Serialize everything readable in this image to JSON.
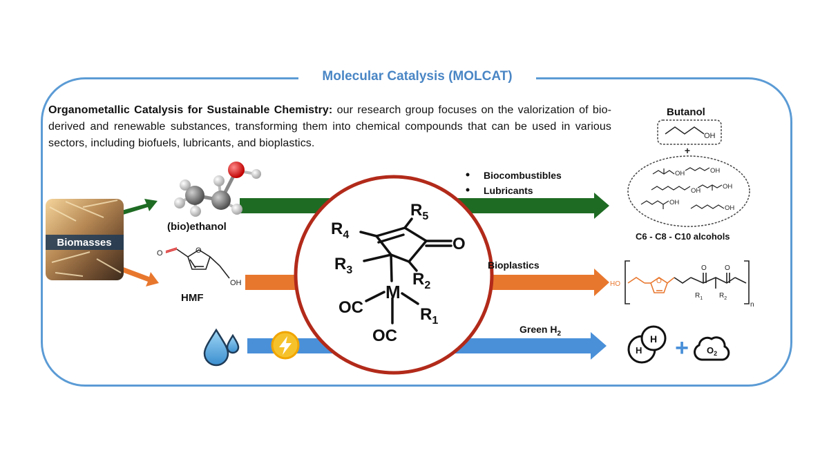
{
  "title": "Molecular Catalysis (MOLCAT)",
  "intro": {
    "heading": "Organometallic Catalysis for Sustainable Chemistry:",
    "body": " our research group focuses on the valorization of bio-derived and renewable substances, transforming them into chemical compounds that can be used in various sectors, including biofuels, lubricants, and bioplastics."
  },
  "inputs": {
    "biomass": "Biomasses",
    "ethanol": "(bio)ethanol",
    "hmf": "HMF"
  },
  "products": {
    "route1": [
      "Biocombustibles",
      "Lubricants"
    ],
    "route2": "Bioplastics",
    "route3_main": "Green H",
    "route3_sub": "2",
    "butanol": "Butanol",
    "alcohols": "C6 - C8 - C10 alcohols"
  },
  "catalyst": {
    "metal": "M",
    "ligands": [
      "OC",
      "OC"
    ],
    "carbonyl": "O",
    "substituents": [
      "R1",
      "R2",
      "R3",
      "R4",
      "R5"
    ]
  },
  "colors": {
    "frame": "#5b9bd5",
    "title": "#4a86c5",
    "green_arrow": "#1e6b23",
    "orange_arrow": "#e8772e",
    "blue_arrow": "#4a90d9",
    "circle": "#b22a1a"
  }
}
